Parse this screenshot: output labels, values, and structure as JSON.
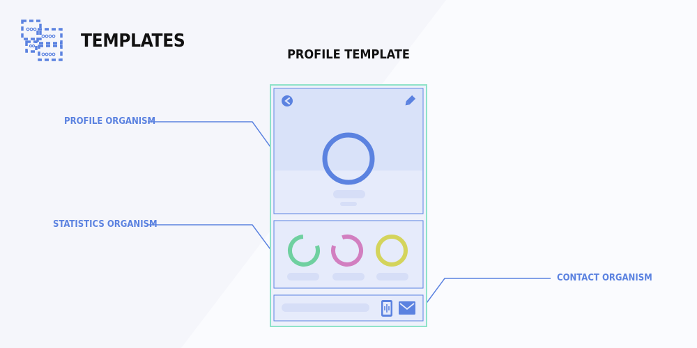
{
  "header": {
    "title": "TEMPLATES",
    "icon": "template-layout-icon"
  },
  "template": {
    "title": "PROFILE TEMPLATE"
  },
  "callouts": {
    "profile": "PROFILE ORGANISM",
    "statistics": "STATISTICS ORGANISM",
    "contact": "CONTACT ORGANISM"
  },
  "profile_card": {
    "back_icon": "back-arrow-icon",
    "edit_icon": "pencil-icon",
    "avatar_icon": "avatar-ring-icon"
  },
  "stats": [
    {
      "name": "green-ring-stat",
      "color": "#6fd0a0"
    },
    {
      "name": "pink-ring-stat",
      "color": "#d27fc0"
    },
    {
      "name": "yellow-ring-stat",
      "color": "#d4d45c"
    }
  ],
  "contact": {
    "phone_icon": "phone-icon",
    "mail_icon": "mail-icon"
  },
  "colors": {
    "accent": "#5b82e0",
    "frame": "#8fe3c9",
    "card_bg": "#e6ebfb",
    "card_top": "#d9e2f9",
    "placeholder": "#d6def7"
  }
}
